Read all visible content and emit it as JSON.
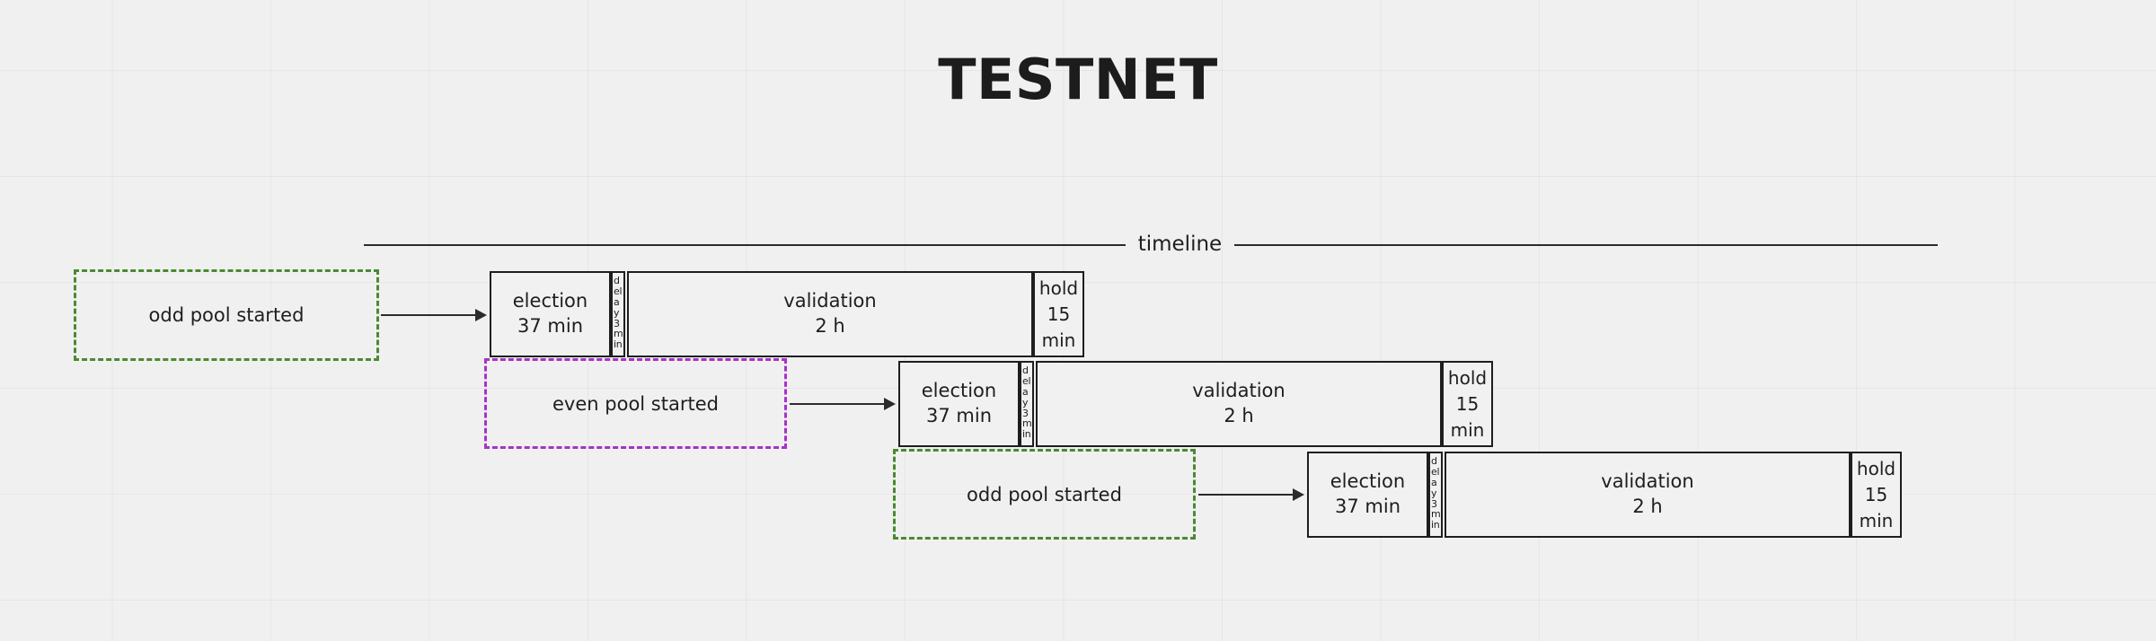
{
  "title": "TESTNET",
  "timeline": {
    "label": "timeline"
  },
  "colors": {
    "background": "#f0f0f0",
    "block_border": "#1e1e1e",
    "text": "#1e1e1e",
    "axis": "#2b2b2b",
    "callout_green": "#4a8a32",
    "callout_purple": "#a733c8"
  },
  "rows": [
    {
      "callout": {
        "label": "odd pool started",
        "style": "green"
      },
      "blocks": [
        {
          "name": "election",
          "line1": "election",
          "line2": "37 min"
        },
        {
          "name": "delay",
          "line1": "delay 3 min",
          "line2": ""
        },
        {
          "name": "validation",
          "line1": "validation",
          "line2": "2 h"
        },
        {
          "name": "hold",
          "line1": "hold",
          "line2": "15",
          "line3": "min"
        }
      ]
    },
    {
      "callout": {
        "label": "even pool started",
        "style": "purple"
      },
      "blocks": [
        {
          "name": "election",
          "line1": "election",
          "line2": "37 min"
        },
        {
          "name": "delay",
          "line1": "delay 3 min",
          "line2": ""
        },
        {
          "name": "validation",
          "line1": "validation",
          "line2": "2 h"
        },
        {
          "name": "hold",
          "line1": "hold",
          "line2": "15",
          "line3": "min"
        }
      ]
    },
    {
      "callout": {
        "label": "odd pool started",
        "style": "green"
      },
      "blocks": [
        {
          "name": "election",
          "line1": "election",
          "line2": "37 min"
        },
        {
          "name": "delay",
          "line1": "delay 3 min",
          "line2": ""
        },
        {
          "name": "validation",
          "line1": "validation",
          "line2": "2 h"
        },
        {
          "name": "hold",
          "line1": "hold",
          "line2": "15",
          "line3": "min"
        }
      ]
    }
  ]
}
